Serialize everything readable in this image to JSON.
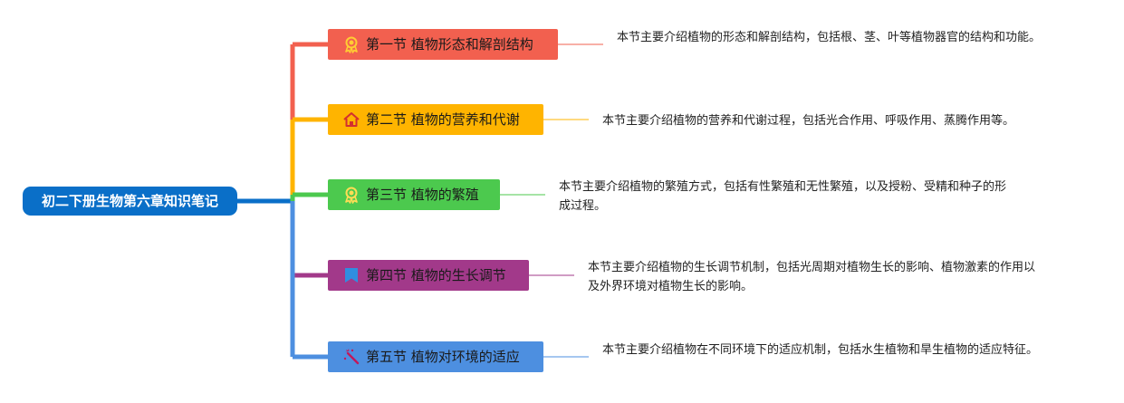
{
  "root": {
    "label": "初二下册生物第六章知识笔记",
    "color": "#0a6fc8"
  },
  "sections": [
    {
      "title": "第一节 植物形态和解剖结构",
      "icon": "award-ribbon-icon",
      "color": "#f2604f",
      "description": "本节主要介绍植物的形态和解剖结构，包括根、茎、叶等植物器官的结构和功能。"
    },
    {
      "title": "第二节 植物的营养和代谢",
      "icon": "house-icon",
      "color": "#ffb400",
      "description": "本节主要介绍植物的营养和代谢过程，包括光合作用、呼吸作用、蒸腾作用等。"
    },
    {
      "title": "第三节 植物的繁殖",
      "icon": "award-ribbon-icon",
      "color": "#4cc94e",
      "description": "本节主要介绍植物的繁殖方式，包括有性繁殖和无性繁殖，以及授粉、受精和种子的形成过程。"
    },
    {
      "title": "第四节 植物的生长调节",
      "icon": "flag-icon",
      "color": "#a2398a",
      "description": "本节主要介绍植物的生长调节机制，包括光周期对植物生长的影响、植物激素的作用以及外界环境对植物生长的影响。"
    },
    {
      "title": "第五节 植物对环境的适应",
      "icon": "magic-wand-icon",
      "color": "#4d8fe0",
      "description": "本节主要介绍植物在不同环境下的适应机制，包括水生植物和旱生植物的适应特征。"
    }
  ]
}
